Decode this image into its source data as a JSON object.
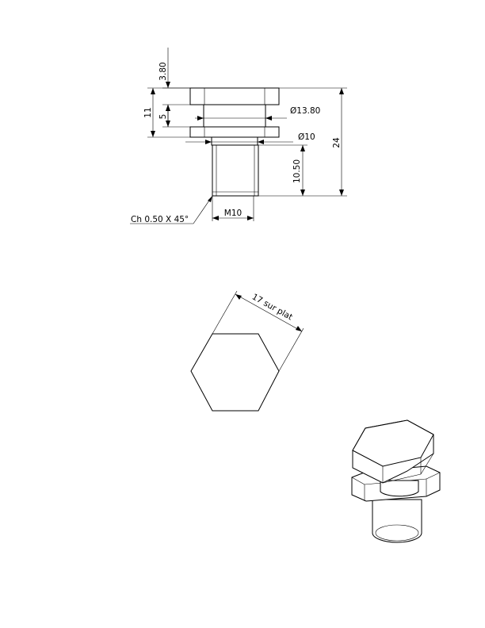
{
  "drawing": {
    "front_view": {
      "dim_top_gap": "3.80",
      "dim_height_head": "11",
      "dim_flange_gap": "5",
      "dim_dia_groove": "Ø13.80",
      "dim_dia_shank": "Ø10",
      "dim_total_height": "24",
      "dim_shank_length": "10.50",
      "dim_thread": "M10",
      "dim_chamfer": "Ch 0.50 X 45°"
    },
    "top_view": {
      "dim_across_flats": "17 sur plat"
    }
  }
}
